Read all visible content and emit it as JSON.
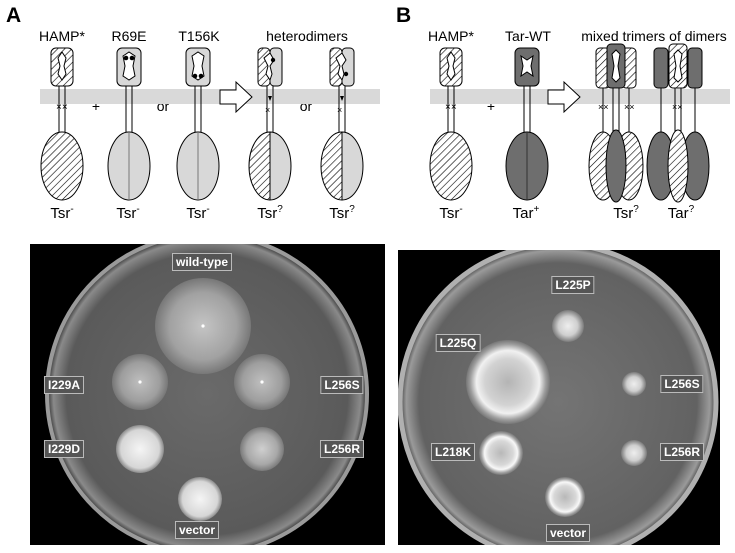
{
  "panel_a": {
    "letter": "A",
    "captions": {
      "hamp": "HAMP*",
      "r69e": "R69E",
      "t156k": "T156K",
      "heterodimers": "heterodimers"
    },
    "connectors": {
      "plus": "+",
      "or1": "or",
      "or2": "or"
    },
    "receptor_labels": [
      {
        "base": "Tsr",
        "sup": "-"
      },
      {
        "base": "Tsr",
        "sup": "-"
      },
      {
        "base": "Tsr",
        "sup": "-"
      },
      {
        "base": "Tsr",
        "sup": "?"
      },
      {
        "base": "Tsr",
        "sup": "?"
      }
    ],
    "plate_labels": [
      "wild-type",
      "I229A",
      "L256S",
      "I229D",
      "L256R",
      "vector"
    ]
  },
  "panel_b": {
    "letter": "B",
    "captions": {
      "hamp": "HAMP*",
      "tarwt": "Tar-WT",
      "mixed": "mixed trimers of dimers"
    },
    "connectors": {
      "plus": "+"
    },
    "receptor_labels": [
      {
        "base": "Tsr",
        "sup": "-"
      },
      {
        "base": "Tar",
        "sup": "+"
      },
      {
        "base": "Tsr",
        "sup": "?"
      },
      {
        "base": "Tar",
        "sup": "?"
      }
    ],
    "plate_labels": [
      "L225P",
      "L225Q",
      "L256S",
      "L218K",
      "L256R",
      "vector"
    ]
  },
  "colors": {
    "hatch": "#000000",
    "light_gray": "#d8d8d8",
    "dark_gray": "#6e6e6e",
    "membrane": "#d9d9d9",
    "plate_label_bg": "#555555"
  }
}
